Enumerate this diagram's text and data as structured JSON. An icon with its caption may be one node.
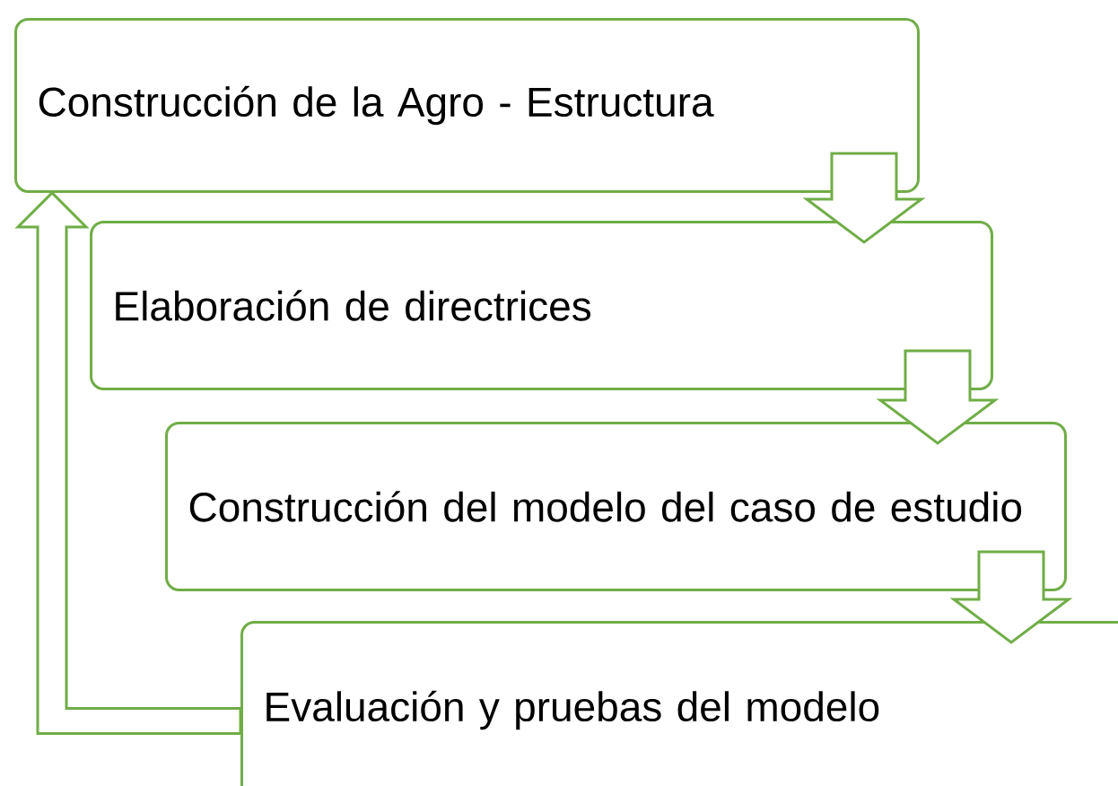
{
  "diagram": {
    "nodes": [
      {
        "text": [
          "Construcción de la Agro - Estructura"
        ]
      },
      {
        "text": [
          "Elaboración de directrices"
        ]
      },
      {
        "text": [
          "Construcción del modelo del caso de estudio"
        ]
      },
      {
        "text": [
          "Evaluación y pruebas del modelo"
        ]
      }
    ],
    "edges": [
      {
        "from": 0,
        "to": 1,
        "arrow": "to"
      },
      {
        "from": 1,
        "to": 2,
        "arrow": "to"
      },
      {
        "from": 2,
        "to": 3,
        "arrow": "to"
      },
      {
        "from": 3,
        "to": 0,
        "arrow": "to"
      }
    ]
  }
}
